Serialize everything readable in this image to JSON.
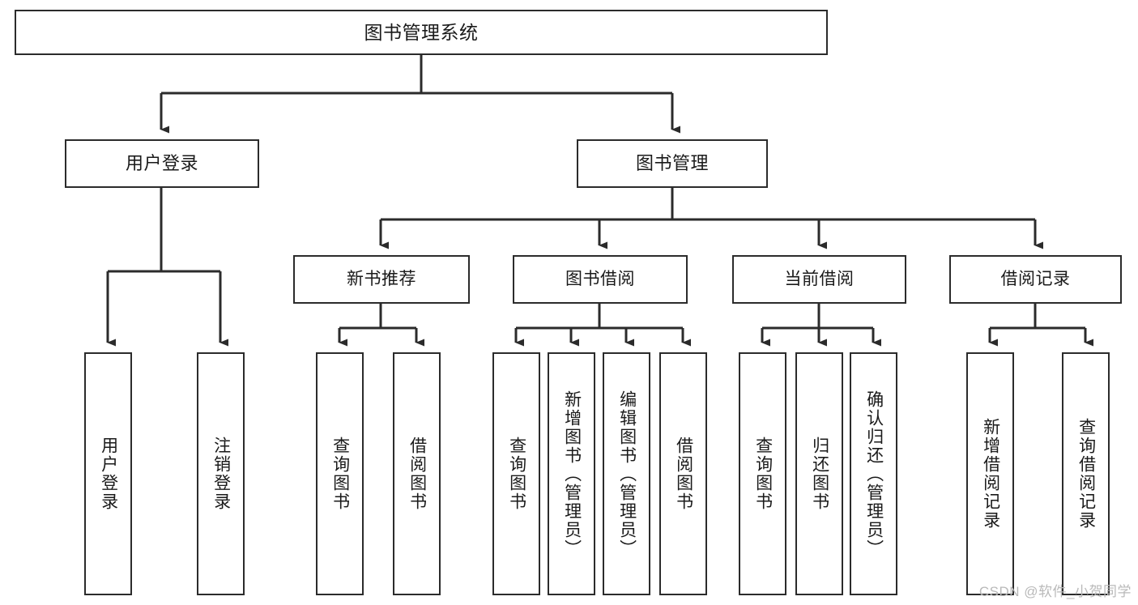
{
  "diagram": {
    "title": "图书管理系统",
    "type": "tree-hierarchy-chart",
    "root": {
      "label": "图书管理系统"
    },
    "level1": [
      {
        "label": "用户登录"
      },
      {
        "label": "图书管理"
      }
    ],
    "level2": [
      {
        "label": "新书推荐"
      },
      {
        "label": "图书借阅"
      },
      {
        "label": "当前借阅"
      },
      {
        "label": "借阅记录"
      }
    ],
    "leaves": [
      {
        "label": "用户登录"
      },
      {
        "label": "注销登录"
      },
      {
        "label": "查询图书"
      },
      {
        "label": "借阅图书"
      },
      {
        "label": "查询图书"
      },
      {
        "label": "新增图书（管理员）"
      },
      {
        "label": "编辑图书（管理员）"
      },
      {
        "label": "借阅图书"
      },
      {
        "label": "查询图书"
      },
      {
        "label": "归还图书"
      },
      {
        "label": "确认归还（管理员）"
      },
      {
        "label": "新增借阅记录"
      },
      {
        "label": "查询借阅记录"
      }
    ]
  },
  "watermark": {
    "text": "CSDN @软件_小贺同学"
  },
  "colors": {
    "stroke": "#2b2b2b",
    "background": "#ffffff",
    "text": "#1a1a1a",
    "watermark": "#b9b9b9"
  }
}
